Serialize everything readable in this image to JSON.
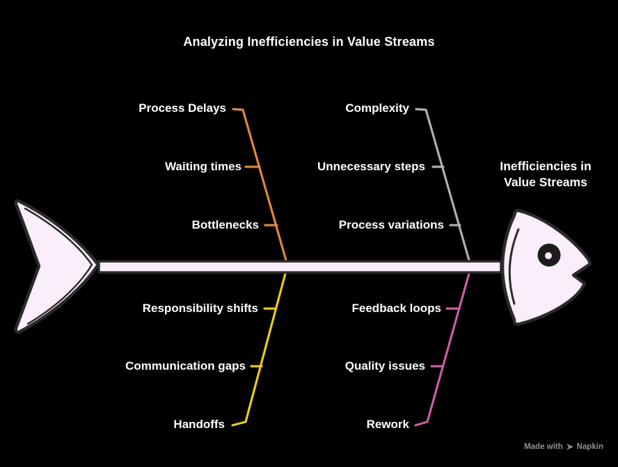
{
  "title": "Analyzing Inefficiencies in Value Streams",
  "effect": {
    "line1": "Inefficiencies in",
    "line2": "Value Streams"
  },
  "branches": {
    "top_left": {
      "color": "#E0873B",
      "items": [
        "Process Delays",
        "Waiting times",
        "Bottlenecks"
      ]
    },
    "top_right": {
      "color": "#AFAFAF",
      "items": [
        "Complexity",
        "Unnecessary steps",
        "Process variations"
      ]
    },
    "bottom_left": {
      "color": "#EACB1E",
      "items": [
        "Responsibility shifts",
        "Communication gaps",
        "Handoffs"
      ]
    },
    "bottom_right": {
      "color": "#C95FA4",
      "items": [
        "Feedback loops",
        "Quality issues",
        "Rework"
      ]
    }
  },
  "fish": {
    "body_fill": "#F9EEF9",
    "outline": "#2A2A2A",
    "eye_fill": "#1C1C1C"
  },
  "background": "#000000",
  "text_color": "#FFFFFF",
  "watermark": {
    "prefix": "Made with",
    "brand": "Napkin",
    "color": "#909090"
  }
}
